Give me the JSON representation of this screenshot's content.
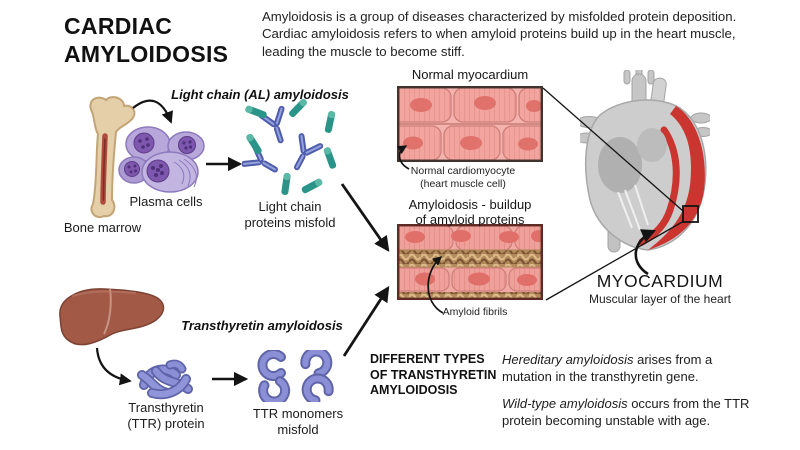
{
  "colors": {
    "myocardium_red": "#ca3530",
    "heart_gray": "#cdcdcd",
    "tissue_pink": "#f5b3ae",
    "fibril_brown": "#b28a5c",
    "plasma_cell_purple": "#c3b5e2",
    "antibody_indigo": "#4d5cab",
    "antibody_teal": "#2b9488",
    "liver_brown": "#a25a47",
    "ttr_purple": "#8a8fd6",
    "bone_tan": "#e4cfa8"
  },
  "header": {
    "title": "CARDIAC\nAMYLOIDOSIS",
    "intro": "Amyloidosis is a group of diseases characterized by misfolded protein deposition. Cardiac amyloidosis refers to when amyloid proteins build up in the heart muscle, leading the muscle to become stiff."
  },
  "light_chain_pathway": {
    "heading": "Light chain (AL) amyloidosis",
    "bone_marrow_label": "Bone marrow",
    "plasma_cells_label": "Plasma cells",
    "misfold_label": "Light chain\nproteins misfold"
  },
  "ttr_pathway": {
    "heading": "Transthyretin amyloidosis",
    "ttr_protein_label": "Transthyretin\n(TTR) protein",
    "monomers_label": "TTR monomers\nmisfold"
  },
  "tissue_panels": {
    "normal_title": "Normal myocardium",
    "normal_callout": "Normal cardiomyocyte\n(heart muscle cell)",
    "amyloid_title": "Amyloidosis - buildup\nof amyloid proteins",
    "amyloid_callout": "Amyloid fibrils"
  },
  "heart": {
    "label": "MYOCARDIUM",
    "sublabel": "Muscular layer of the heart"
  },
  "types_section": {
    "heading": "DIFFERENT TYPES\nOF TRANSTHYRETIN\nAMYLOIDOSIS",
    "hereditary_term": "Hereditary amyloidosis",
    "hereditary_rest": " arises from a mutation in the transthyretin gene.",
    "wildtype_term": "Wild-type amyloidosis",
    "wildtype_rest": " occurs from the TTR protein becoming unstable with age."
  }
}
